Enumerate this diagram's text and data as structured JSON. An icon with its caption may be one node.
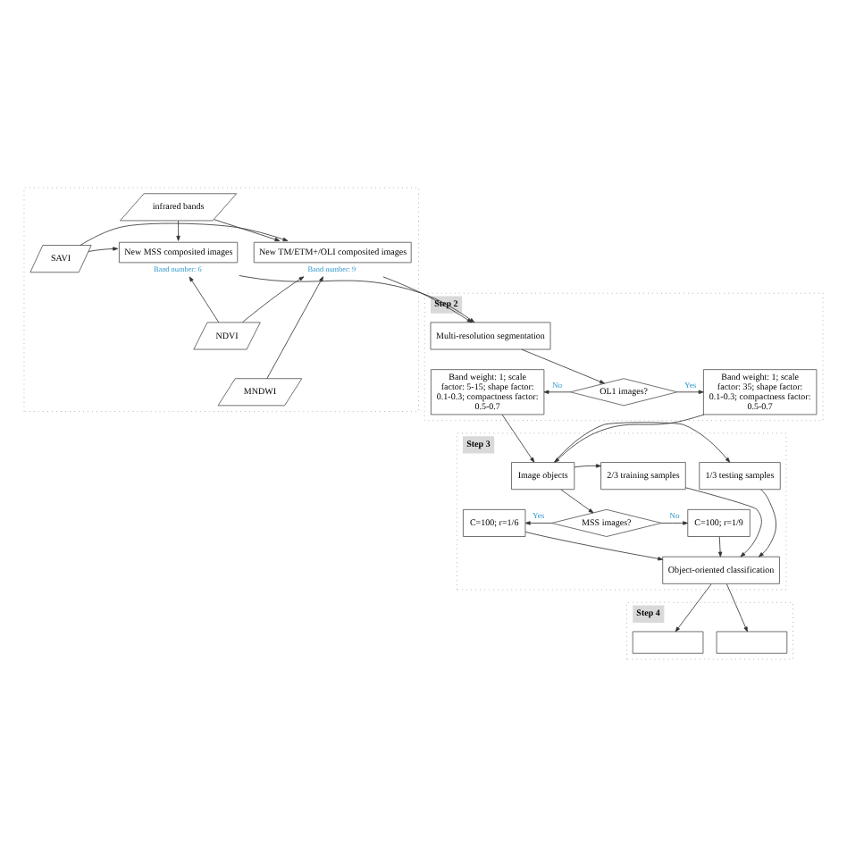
{
  "diagram": {
    "nodes": [
      {
        "text": [],
        "shape": "band"
      },
      {
        "text": [
          "infrared bands"
        ],
        "in": 0
      },
      {
        "text": [
          "New MSS composited images"
        ],
        "in": 0,
        "beside": [
          "Band number: 6"
        ]
      },
      {
        "text": [
          "SAVI"
        ],
        "in": 0
      },
      {
        "text": [
          "New TM/ETM+/OLI composited images"
        ],
        "in": 0,
        "beside": [
          "Band number: 9"
        ]
      },
      {
        "text": [
          "NDVI"
        ],
        "in": 0
      },
      {
        "text": [
          "MNDWI"
        ],
        "in": 0
      },
      {
        "text": [
          "Step 2"
        ]
      },
      {
        "text": [
          "Multi-resolution segmentation"
        ],
        "in": 7
      },
      {
        "text": [
          "Band weight: 1; scale factor: 5-15; shape factor: 0.1-0.3; compactness factor: 0.5-0.7"
        ],
        "in": 7
      },
      {
        "text": [
          "OL1 images?"
        ],
        "in": 7
      },
      {
        "text": [
          "Band weight: 1; scale factor: 35; shape factor: 0.1-0.3; compactness factor: 0.5-0.7"
        ],
        "in": 7
      },
      {
        "text": [
          "Step 3"
        ]
      },
      {
        "text": [
          "1/3 testing samples"
        ],
        "in": 12
      },
      {
        "text": [
          "Image objects"
        ],
        "in": 12
      },
      {
        "text": [
          "2/3 training samples"
        ],
        "in": 12
      },
      {
        "text": [
          "C=100; r=1/6"
        ],
        "in": 12
      },
      {
        "text": [
          "MSS images?"
        ],
        "in": 12
      },
      {
        "text": [
          "C=100; r=1/9"
        ],
        "in": 12
      },
      {
        "text": [
          "Object-oriented classification"
        ],
        "in": 12
      },
      {
        "text": [
          "Step 4"
        ]
      },
      {
        "text": [],
        "shape": "box",
        "in": 20
      },
      {
        "text": [],
        "shape": "box",
        "in": 20
      }
    ],
    "edges": [
      {
        "from": 1,
        "to": 2,
        "arrow": "to"
      },
      {
        "from": 3,
        "to": 2,
        "arrow": "to"
      },
      {
        "from": 5,
        "to": 2,
        "arrow": "to"
      },
      {
        "from": 1,
        "to": 4,
        "arrow": "to"
      },
      {
        "from": 3,
        "to": 4,
        "arrow": "to"
      },
      {
        "from": 5,
        "to": 4,
        "arrow": "to"
      },
      {
        "from": 6,
        "to": 4,
        "arrow": "to"
      },
      {
        "from": 2,
        "to": 8,
        "arrow": "to"
      },
      {
        "from": 4,
        "to": 8,
        "arrow": "to"
      },
      {
        "from": 8,
        "to": 10,
        "arrow": "to"
      },
      {
        "from": 10,
        "to": 9,
        "arrow": "to",
        "label": "No"
      },
      {
        "from": 10,
        "to": 11,
        "arrow": "to",
        "label": "Yes"
      },
      {
        "from": 9,
        "to": 14,
        "arrow": "to"
      },
      {
        "from": 11,
        "to": 14,
        "arrow": "to"
      },
      {
        "from": 14,
        "to": 13,
        "arrow": "to"
      },
      {
        "from": 14,
        "to": 15,
        "arrow": "to"
      },
      {
        "from": 14,
        "to": 17,
        "arrow": "to"
      },
      {
        "from": 17,
        "to": 16,
        "arrow": "to",
        "label": "Yes"
      },
      {
        "from": 17,
        "to": 18,
        "arrow": "to",
        "label": "No"
      },
      {
        "from": 13,
        "to": 19,
        "arrow": "to"
      },
      {
        "from": 16,
        "to": 19,
        "arrow": "to"
      },
      {
        "from": 18,
        "to": 19,
        "arrow": "to"
      },
      {
        "from": 15,
        "to": 19,
        "arrow": "to"
      },
      {
        "from": 19,
        "to": 21,
        "arrow": "to"
      },
      {
        "from": 19,
        "to": 22,
        "arrow": "to"
      }
    ]
  }
}
